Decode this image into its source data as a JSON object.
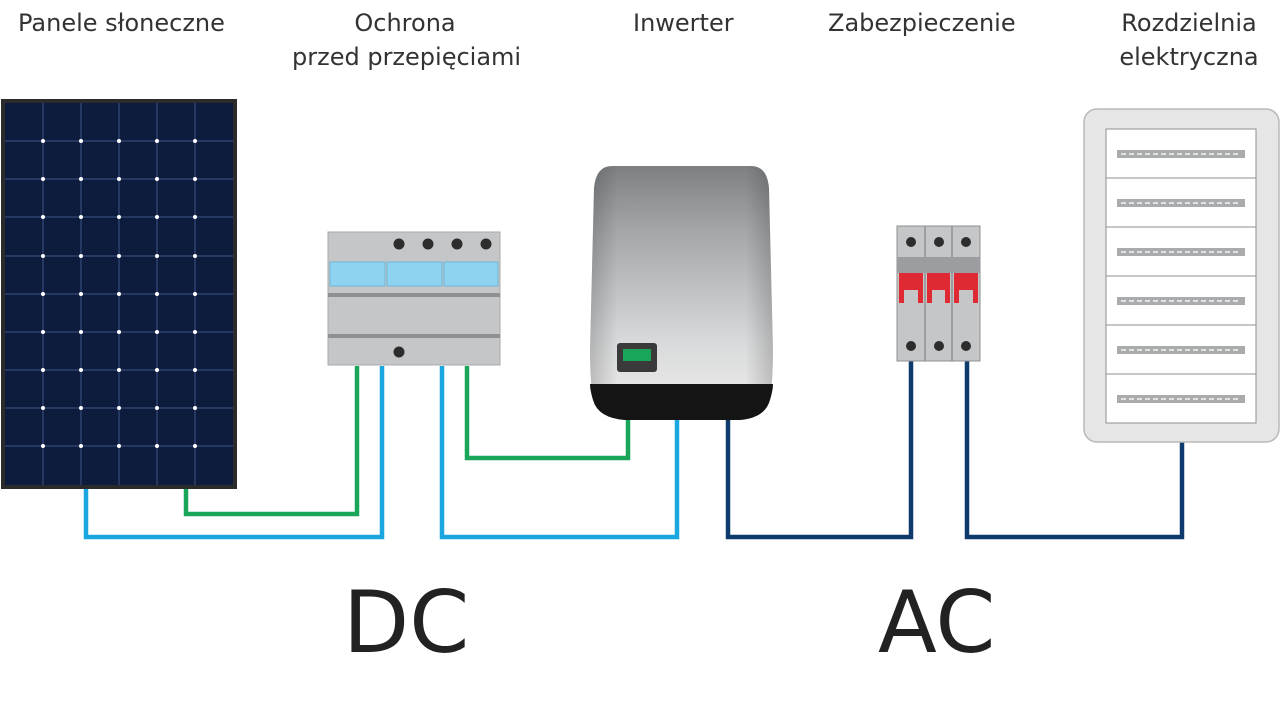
{
  "labels": {
    "solar_panels": "Panele słoneczne",
    "surge_protection_line1": "Ochrona",
    "surge_protection_line2": "przed przepięciami",
    "inverter": "Inwerter",
    "breaker": "Zabezpieczenie",
    "switchboard_line1": "Rozdzielnia",
    "switchboard_line2": "elektryczna"
  },
  "sections": {
    "dc": "DC",
    "ac": "AC"
  },
  "colors": {
    "dc_positive_wire": "#1aa7df",
    "dc_negative_wire": "#1aa65a",
    "ac_wire": "#0f3a6e",
    "panel": "#0d1b3d",
    "breaker_handle": "#e02a33",
    "surge_window": "#8ed3ef"
  }
}
